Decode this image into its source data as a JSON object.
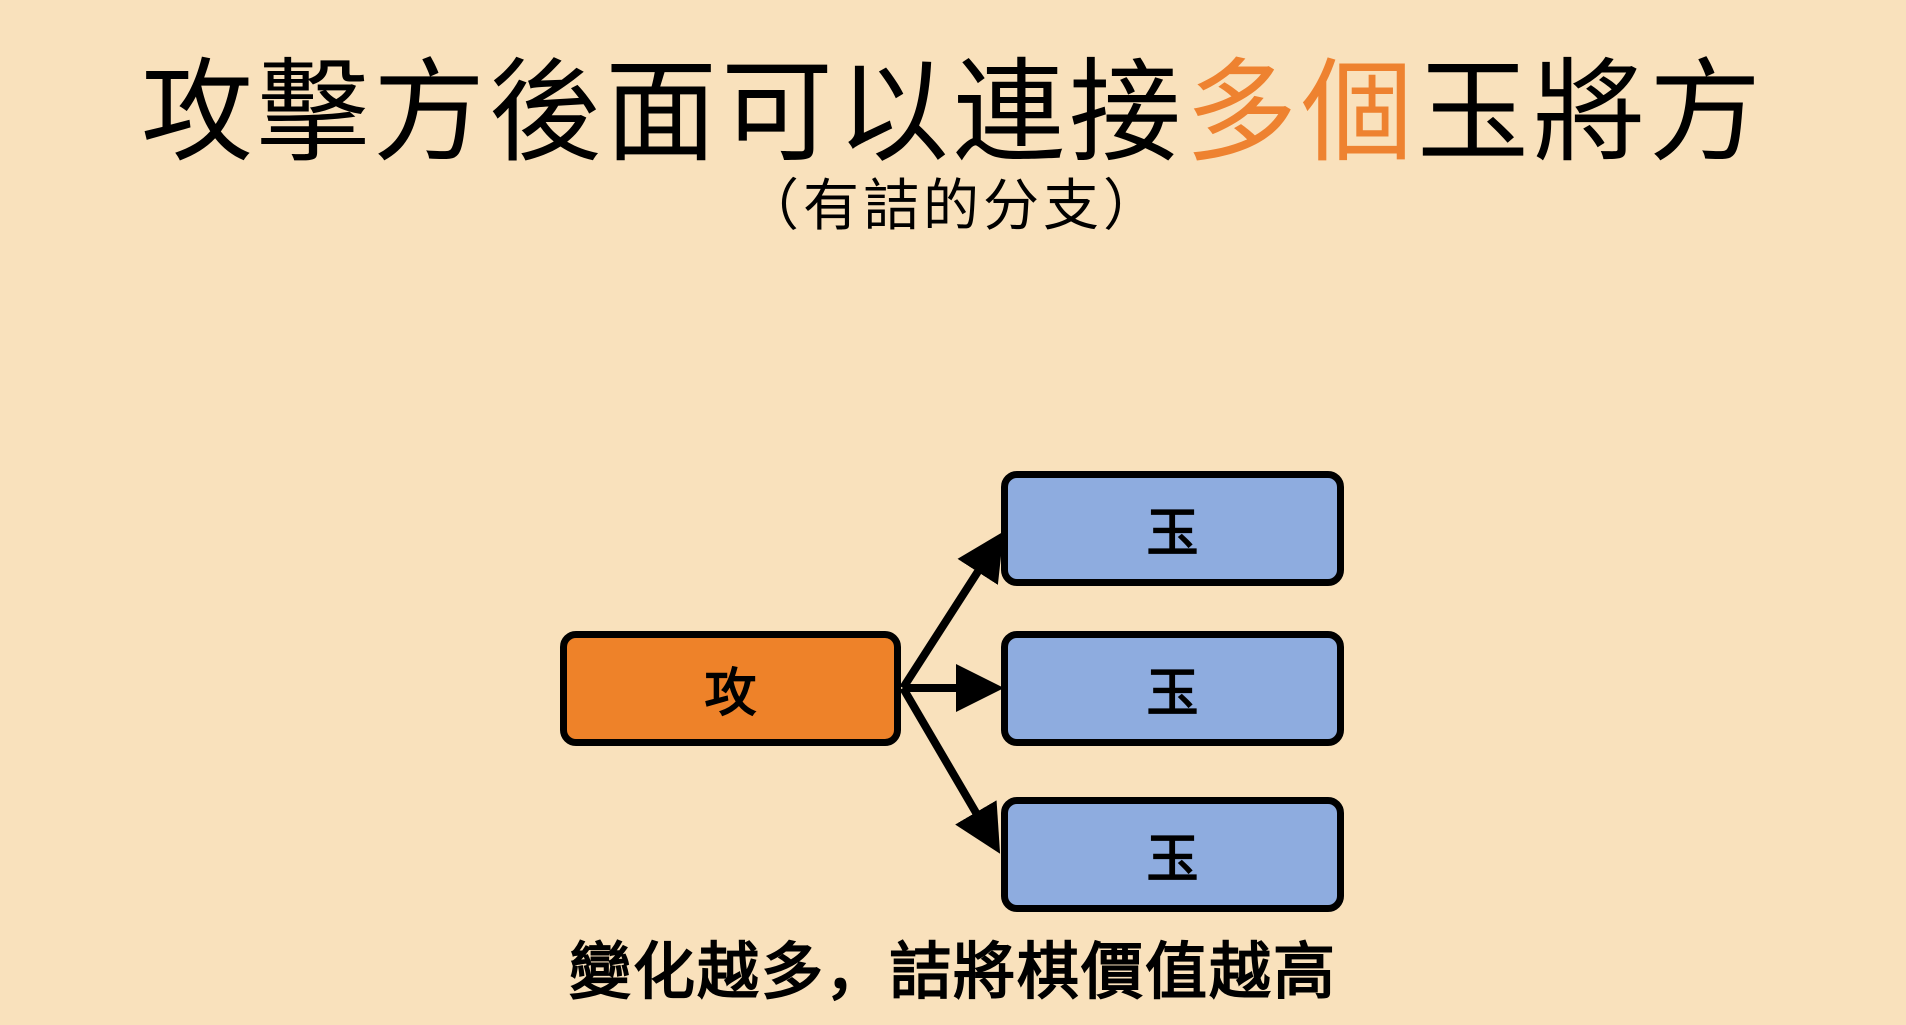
{
  "title": {
    "part1": "攻擊方後面可以連接",
    "highlight": "多個",
    "part2": "玉將方"
  },
  "subtitle": "（有詰的分支）",
  "diagram": {
    "attacker": {
      "label": "攻"
    },
    "kings": [
      {
        "label": "玉"
      },
      {
        "label": "玉"
      },
      {
        "label": "玉"
      }
    ]
  },
  "footer": "變化越多，詰將棋價值越高",
  "colors": {
    "background": "#f9e1bc",
    "accent": "#ee8230",
    "attacker_fill": "#ee8229",
    "king_fill": "#8eacdf",
    "stroke": "#000000"
  }
}
